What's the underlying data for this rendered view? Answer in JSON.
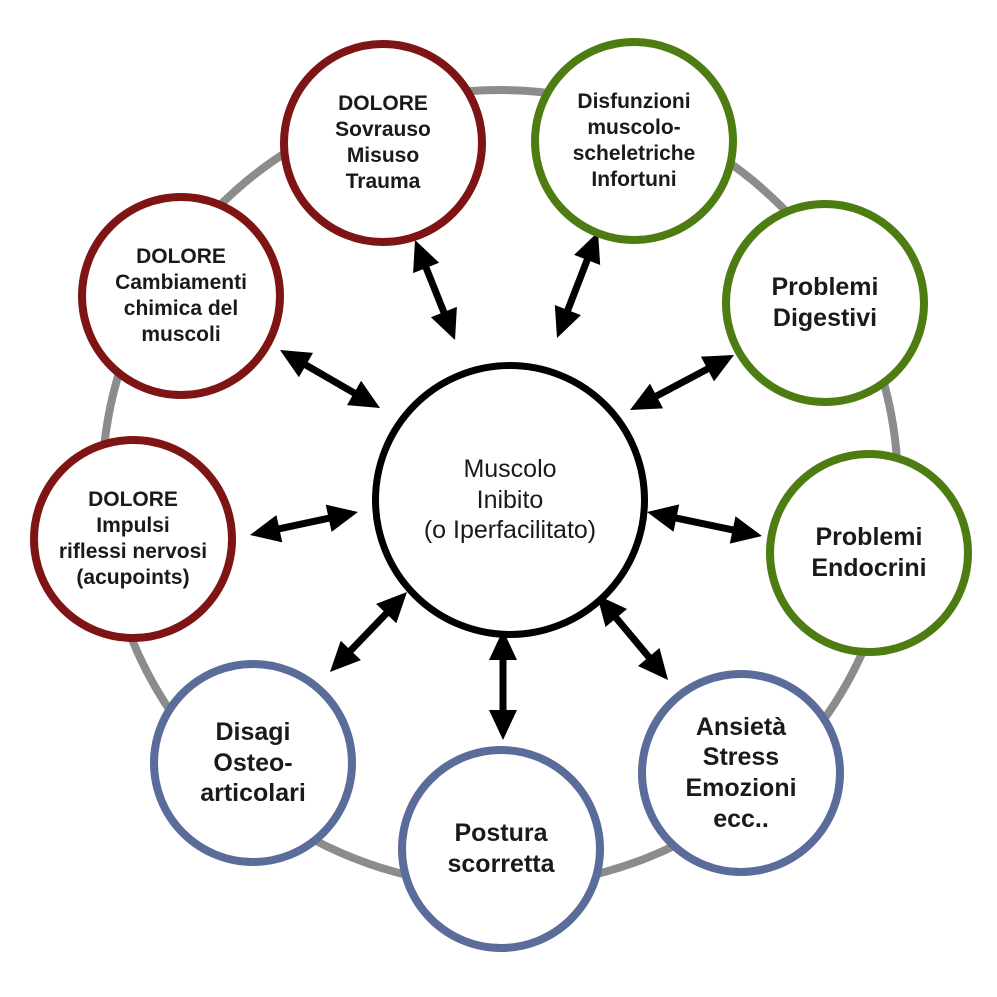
{
  "diagram": {
    "center": {
      "lines": [
        "Muscolo",
        "Inibito",
        "(o Iperfacilitato)"
      ]
    },
    "nodes": [
      {
        "id": "pain-overuse",
        "lines": [
          "DOLORE",
          "Sovrauso",
          "Misuso",
          "Trauma"
        ],
        "group": "pain"
      },
      {
        "id": "musculoskeletal-dysfunctions",
        "lines": [
          "Disfunzioni",
          "muscolo-",
          "scheletriche",
          "Infortuni"
        ],
        "group": "physical"
      },
      {
        "id": "digestive-problems",
        "lines": [
          "Problemi",
          "Digestivi"
        ],
        "group": "physical"
      },
      {
        "id": "endocrine-problems",
        "lines": [
          "Problemi",
          "Endocrini"
        ],
        "group": "physical"
      },
      {
        "id": "anxiety-stress",
        "lines": [
          "Ansietà",
          "Stress",
          "Emozioni",
          "ecc.."
        ],
        "group": "postural"
      },
      {
        "id": "bad-posture",
        "lines": [
          "Postura",
          "scorretta"
        ],
        "group": "postural"
      },
      {
        "id": "osteo-articular",
        "lines": [
          "Disagi",
          "Osteo-",
          "articolari"
        ],
        "group": "postural"
      },
      {
        "id": "pain-reflexes",
        "lines": [
          "DOLORE",
          "Impulsi",
          "riflessi nervosi",
          "(acupoints)"
        ],
        "group": "pain"
      },
      {
        "id": "pain-chemistry",
        "lines": [
          "DOLORE",
          "Cambiamenti",
          "chimica del",
          "muscoli"
        ],
        "group": "pain"
      }
    ],
    "colors": {
      "pain": "#7f1414",
      "physical": "#4d7d12",
      "postural": "#5b6b9a",
      "center": "#000000",
      "ring": "#8c8c8c",
      "arrow": "#000000"
    }
  }
}
